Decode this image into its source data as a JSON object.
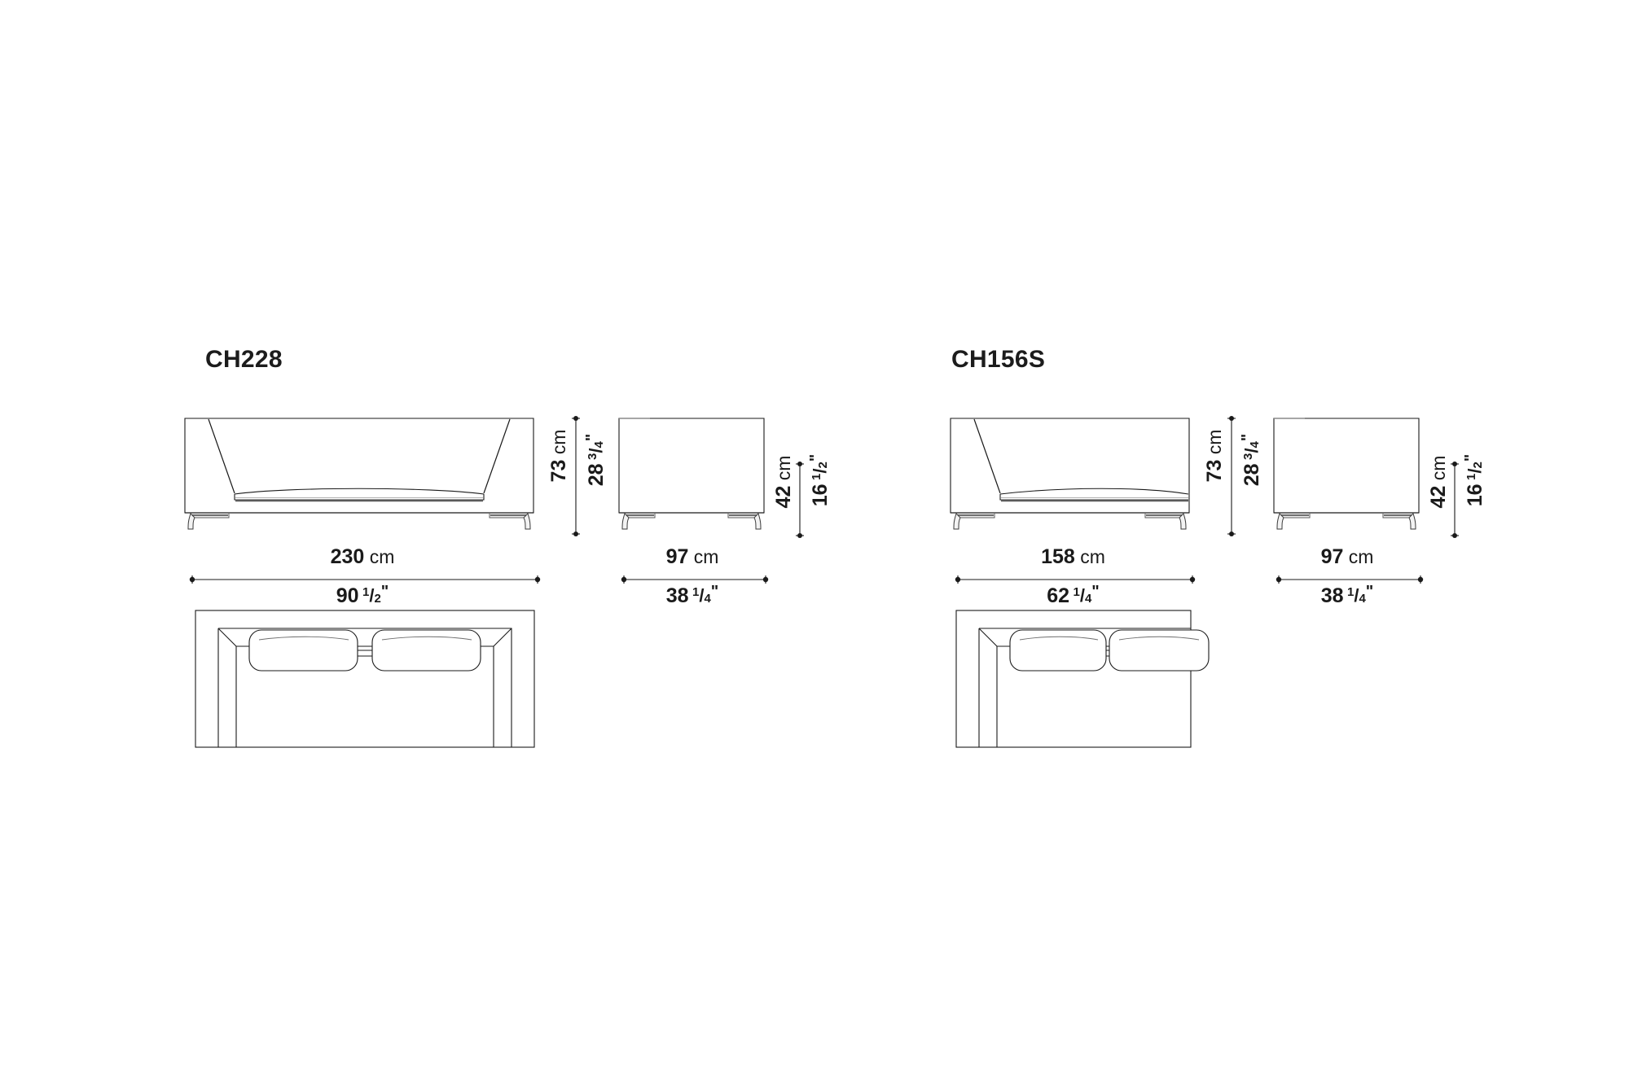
{
  "sheet": {
    "background": "#ffffff",
    "line_color": "#1a1a1a",
    "text_color": "#1a1a1a"
  },
  "products": [
    {
      "code": "CH228",
      "title": "CH228",
      "views": {
        "front": {
          "label": "front-elevation"
        },
        "side": {
          "label": "side-elevation"
        },
        "plan": {
          "label": "plan-view"
        }
      },
      "dimensions": {
        "width": {
          "cm_value": "230",
          "cm_unit": "cm",
          "in_whole": "90",
          "in_num": "1",
          "in_den": "2",
          "in_mark": "\""
        },
        "height": {
          "cm_value": "73",
          "cm_unit": "cm",
          "in_whole": "28",
          "in_num": "3",
          "in_den": "4",
          "in_mark": "\""
        },
        "depth": {
          "cm_value": "97",
          "cm_unit": "cm",
          "in_whole": "38",
          "in_num": "1",
          "in_den": "4",
          "in_mark": "\""
        },
        "seat_height": {
          "cm_value": "42",
          "cm_unit": "cm",
          "in_whole": "16",
          "in_num": "1",
          "in_den": "2",
          "in_mark": "\""
        }
      }
    },
    {
      "code": "CH156S",
      "title": "CH156S",
      "views": {
        "front": {
          "label": "front-elevation"
        },
        "side": {
          "label": "side-elevation"
        },
        "plan": {
          "label": "plan-view"
        }
      },
      "dimensions": {
        "width": {
          "cm_value": "158",
          "cm_unit": "cm",
          "in_whole": "62",
          "in_num": "1",
          "in_den": "4",
          "in_mark": "\""
        },
        "height": {
          "cm_value": "73",
          "cm_unit": "cm",
          "in_whole": "28",
          "in_num": "3",
          "in_den": "4",
          "in_mark": "\""
        },
        "depth": {
          "cm_value": "97",
          "cm_unit": "cm",
          "in_whole": "38",
          "in_num": "1",
          "in_den": "4",
          "in_mark": "\""
        },
        "seat_height": {
          "cm_value": "42",
          "cm_unit": "cm",
          "in_whole": "16",
          "in_num": "1",
          "in_den": "2",
          "in_mark": "\""
        }
      }
    }
  ]
}
